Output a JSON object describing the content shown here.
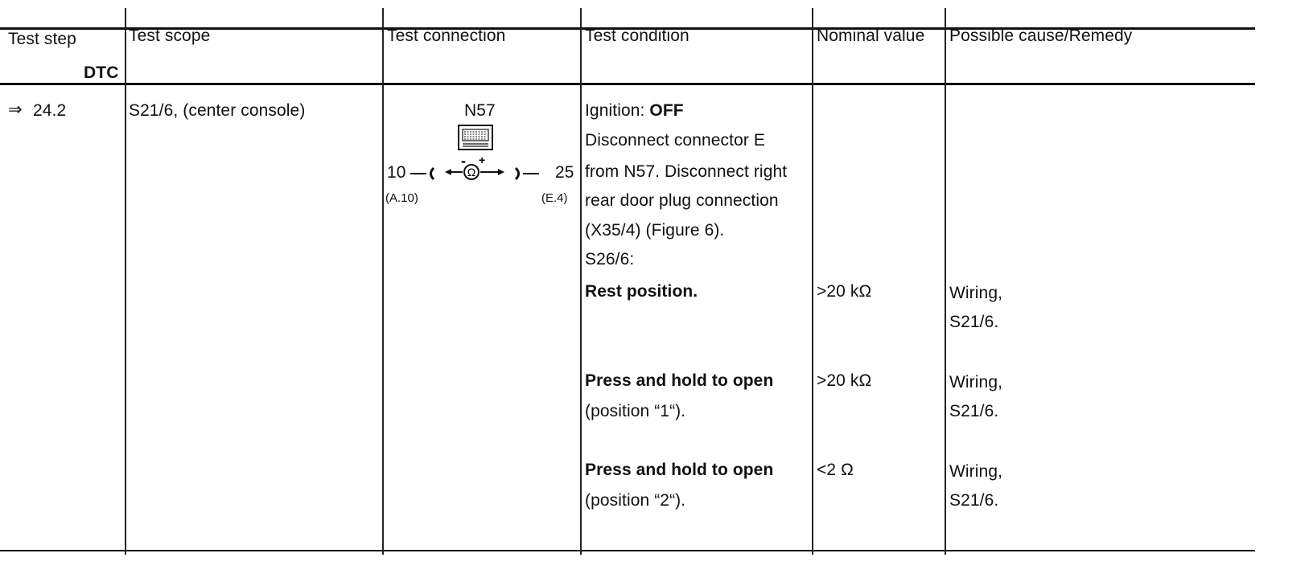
{
  "headers": {
    "test_step": "Test step",
    "dtc": "DTC",
    "test_scope": "Test scope",
    "test_connection": "Test connection",
    "test_condition": "Test condition",
    "nominal_value": "Nominal value",
    "possible_cause": "Possible cause/Remedy"
  },
  "row": {
    "step_arrow": "⇒",
    "step": "24.2",
    "scope": "S21/6, (center console)",
    "connection": {
      "component": "N57",
      "left_pin": "10",
      "right_pin": "25",
      "left_ref": "(A.10)",
      "right_ref": "(E.4)",
      "ohm_symbol": "Ω",
      "minus": "-",
      "plus": "+"
    },
    "condition": {
      "ignition_prefix": "Ignition: ",
      "ignition_state": "OFF",
      "line2": "Disconnect connector E",
      "line3": "from N57.  Disconnect right",
      "line4": "rear door plug connection",
      "line5": "(X35/4) (Figure 6).",
      "line6": "S26/6:"
    },
    "checks": [
      {
        "condition_bold": "Rest position.",
        "condition_sub": "",
        "nominal": ">20 kΩ",
        "cause_line1": "Wiring,",
        "cause_line2": "S21/6."
      },
      {
        "condition_bold": "Press and hold to open",
        "condition_sub": "(position “1“).",
        "nominal": ">20 kΩ",
        "cause_line1": "Wiring,",
        "cause_line2": "S21/6."
      },
      {
        "condition_bold": "Press and hold to open",
        "condition_sub": "(position “2“).",
        "nominal": "<2 Ω",
        "cause_line1": "Wiring,",
        "cause_line2": "S21/6."
      }
    ]
  }
}
